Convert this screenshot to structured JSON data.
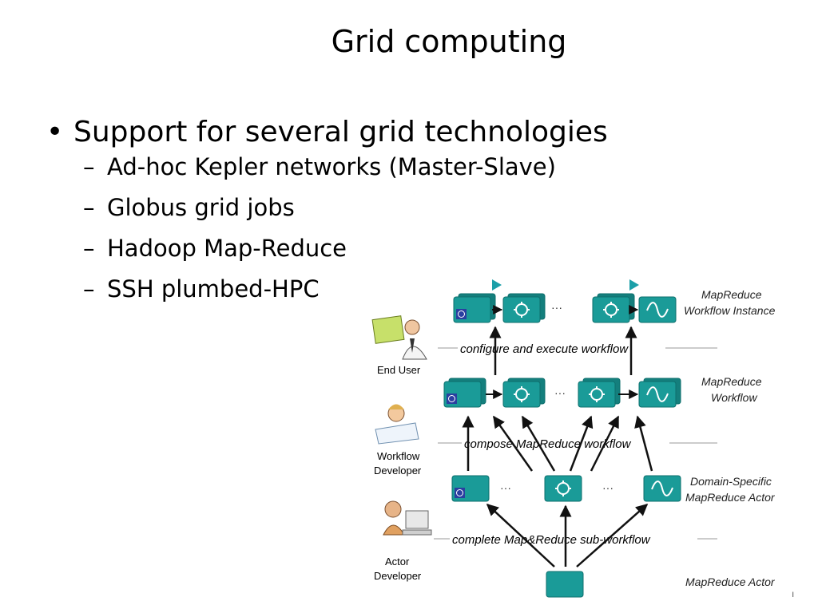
{
  "slide": {
    "title": "Grid computing",
    "main_bullet": "Support for several grid technologies",
    "sub_bullets": [
      "Ad-hoc Kepler networks (Master-Slave)",
      "Globus grid jobs",
      "Hadoop Map-Reduce",
      "SSH plumbed-HPC"
    ],
    "bullet_glyph": "•",
    "dash_glyph": "–",
    "page_mark": "I"
  },
  "diagram": {
    "roles": [
      {
        "lines": [
          "End User"
        ],
        "icon": "presenter-icon"
      },
      {
        "lines": [
          "Workflow",
          "Developer"
        ],
        "icon": "blueprint-developer-icon"
      },
      {
        "lines": [
          "Actor",
          "Developer"
        ],
        "icon": "computer-developer-icon"
      }
    ],
    "steps": [
      "configure and execute workflow",
      "compose MapReduce workflow",
      "complete Map&Reduce sub-workflow"
    ],
    "levels": [
      {
        "lines": [
          "MapReduce",
          "Workflow Instance"
        ]
      },
      {
        "lines": [
          "MapReduce",
          "Workflow"
        ]
      },
      {
        "lines": [
          "Domain-Specific",
          "MapReduce Actor"
        ]
      },
      {
        "lines": [
          "MapReduce Actor"
        ]
      }
    ],
    "ellipsis": "···",
    "colors": {
      "teal": "#1a9b98",
      "teal_dark": "#0e6f6d",
      "arrow": "#111111",
      "rule": "#9a9a9a",
      "play": "#1b9fa8",
      "globe": "#2a3fa0"
    }
  }
}
